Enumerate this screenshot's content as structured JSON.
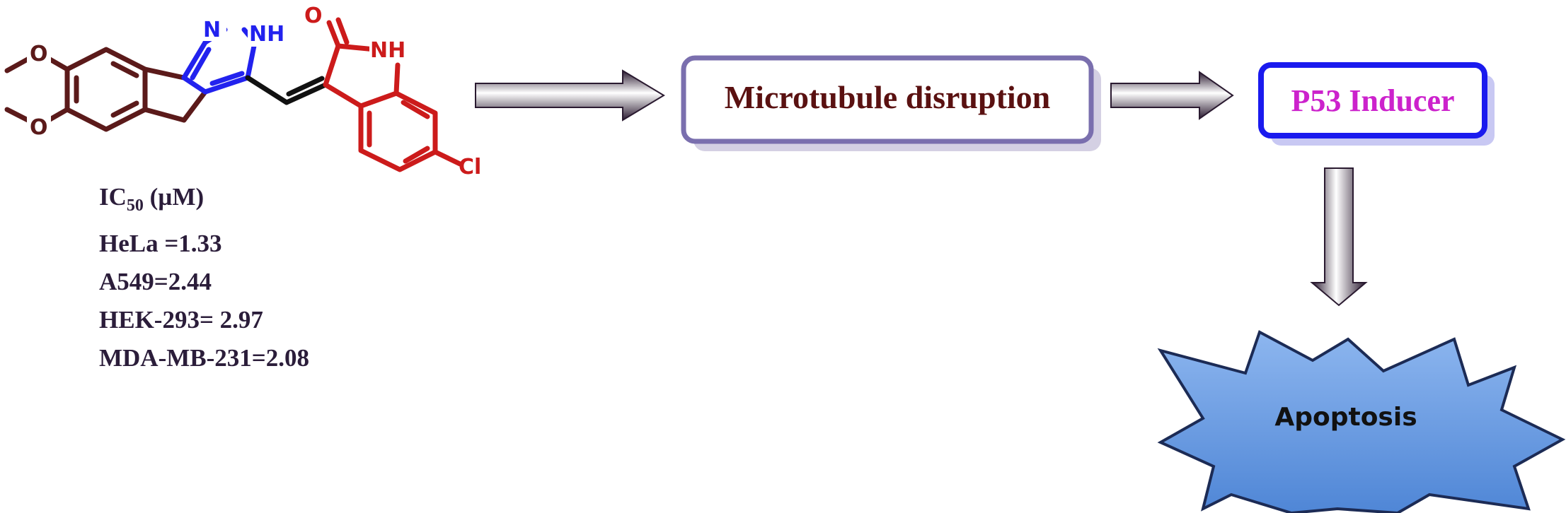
{
  "molecule": {
    "atoms": {
      "n1": "N",
      "nh_pyrazole": "NH",
      "o_carbonyl": "O",
      "nh_indole": "NH",
      "cl": "Cl"
    }
  },
  "ic50": {
    "title_main": "IC",
    "title_sub": "50",
    "title_unit": "(µM)",
    "rows": [
      "HeLa =1.33",
      "A549=2.44",
      "HEK-293= 2.97",
      "MDA-MB-231=2.08"
    ]
  },
  "flow": {
    "box1": "Microtubule disruption",
    "box2": "P53 Inducer",
    "burst": "Apoptosis"
  },
  "colors": {
    "ring_dark": "#5b1a1a",
    "pyrazole": "#2222ee",
    "oxindole": "#cc1b1b",
    "box1_border": "#7a6fae",
    "box1_text": "#5a1111",
    "box2_border": "#1a1aee",
    "box2_text": "#cc22cc",
    "arrow": "#3d2a4a",
    "burst_fill": "#6a9be0"
  }
}
